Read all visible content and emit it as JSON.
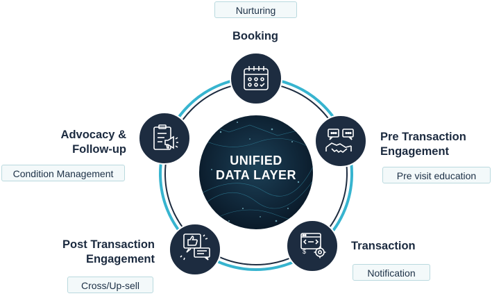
{
  "center": {
    "line1": "UNIFIED",
    "line2": "DATA LAYER"
  },
  "stages": {
    "booking": {
      "label": "Booking",
      "icon": "calendar-icon",
      "tag": "Nurturing"
    },
    "pre_transaction": {
      "label_line1": "Pre Transaction",
      "label_line2": "Engagement",
      "icon": "handshake-chat-icon",
      "tag": "Pre visit education"
    },
    "transaction": {
      "label": "Transaction",
      "icon": "payment-settings-icon",
      "tag": "Notification"
    },
    "post_transaction": {
      "label_line1": "Post Transaction",
      "label_line2": "Engagement",
      "icon": "thumbs-up-chat-icon",
      "tag": "Cross/Up-sell"
    },
    "advocacy": {
      "label_line1": "Advocacy &",
      "label_line2": "Follow-up",
      "icon": "clipboard-megaphone-icon",
      "tag": "Condition Management"
    }
  },
  "colors": {
    "node_fill": "#1d2c40",
    "ring_outer": "#37b4cf",
    "ring_inner": "#1d2c40",
    "label_text": "#1b2a3f",
    "tag_border": "#b9d9de",
    "tag_fill": "#f3f9fa"
  }
}
